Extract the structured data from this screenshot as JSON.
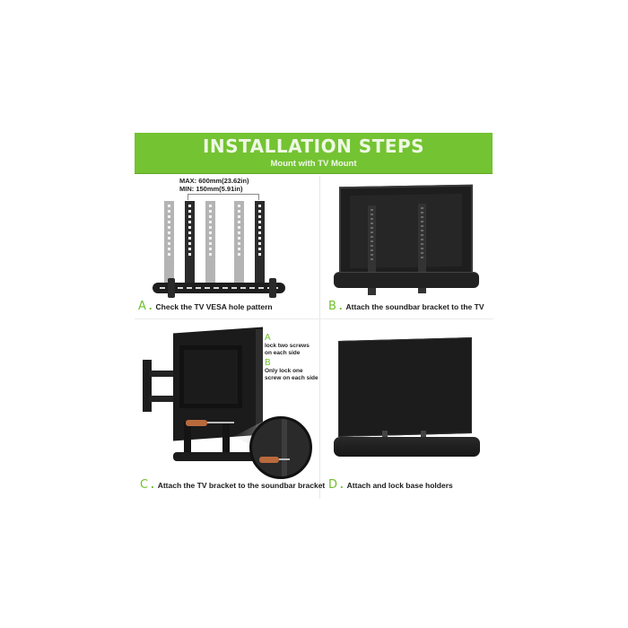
{
  "banner": {
    "title": "INSTALLATION STEPS",
    "subtitle": "Mount with TV Mount",
    "color": "#74c332"
  },
  "accent_color": "#6fbf2c",
  "steps": [
    {
      "letter": "A",
      "text": "Check the TV VESA hole pattern",
      "dimensions": {
        "max": "MAX: 600mm(23.62in)",
        "min": "MIN: 150mm(5.91in)"
      }
    },
    {
      "letter": "B",
      "text": "Attach the soundbar bracket to the TV"
    },
    {
      "letter": "C",
      "text": "Attach the TV bracket to the soundbar bracket",
      "notes": [
        {
          "letter": "A",
          "text_line1": "lock two screws",
          "text_line2": "on each side"
        },
        {
          "letter": "B",
          "text_line1": "Only lock one",
          "text_line2": "screw on each side"
        }
      ]
    },
    {
      "letter": "D",
      "text": "Attach and lock base holders"
    }
  ]
}
